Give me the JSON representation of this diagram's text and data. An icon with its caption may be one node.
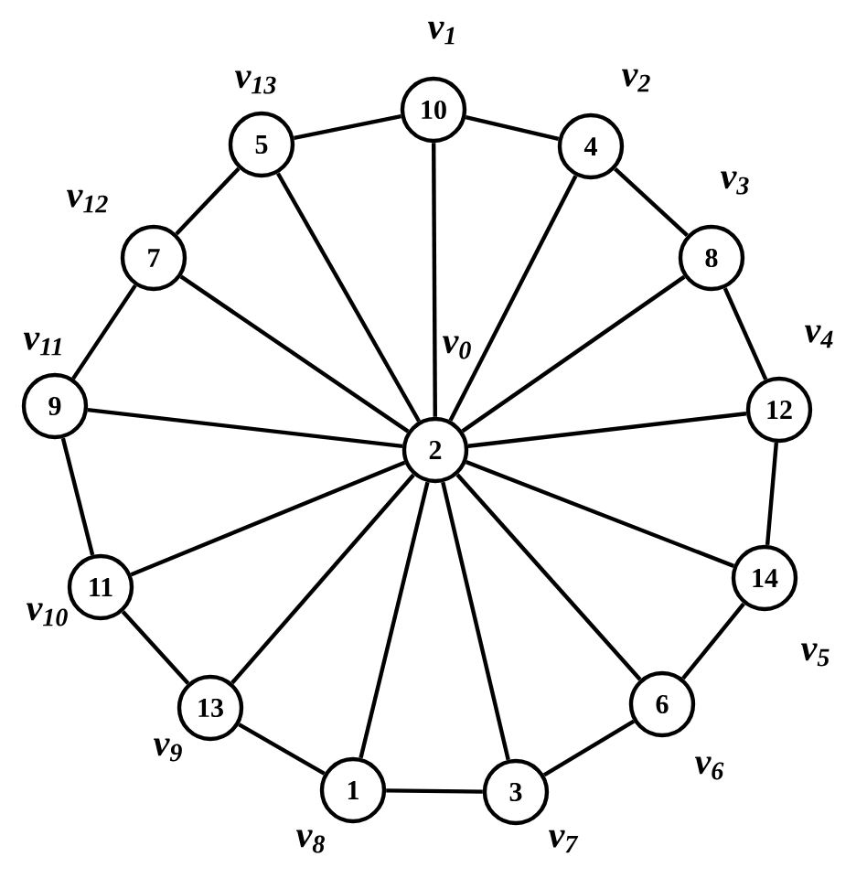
{
  "diagram": {
    "nodes": [
      {
        "text": [
          "2"
        ],
        "beside": [
          "v$_{0}$"
        ]
      },
      {
        "text": [
          "10"
        ],
        "beside": [
          "v$_{1}$"
        ]
      },
      {
        "text": [
          "4"
        ],
        "beside": [
          "v$_{2}$"
        ]
      },
      {
        "text": [
          "8"
        ],
        "beside": [
          "v$_{3}$"
        ]
      },
      {
        "text": [
          "12"
        ],
        "beside": [
          "v$_{4}$"
        ]
      },
      {
        "text": [
          "14"
        ],
        "beside": [
          "v$_{5}$"
        ]
      },
      {
        "text": [
          "6"
        ],
        "beside": [
          "v$_{6}$"
        ]
      },
      {
        "text": [
          "3"
        ],
        "beside": [
          "v$_{7}$"
        ]
      },
      {
        "text": [
          "1"
        ],
        "beside": [
          "v$_{8}$"
        ]
      },
      {
        "text": [
          "13"
        ],
        "beside": [
          "v$_{9}$"
        ]
      },
      {
        "text": [
          "11"
        ],
        "beside": [
          "v$_{10}$"
        ]
      },
      {
        "text": [
          "9"
        ],
        "beside": [
          "v$_{11}$"
        ]
      },
      {
        "text": [
          "7"
        ],
        "beside": [
          "v$_{12}$"
        ]
      },
      {
        "text": [
          "5"
        ],
        "beside": [
          "v$_{13}$"
        ]
      }
    ],
    "edges": [
      {
        "from": 0,
        "to": 1,
        "arrow": "none"
      },
      {
        "from": 0,
        "to": 2,
        "arrow": "none"
      },
      {
        "from": 0,
        "to": 3,
        "arrow": "none"
      },
      {
        "from": 0,
        "to": 4,
        "arrow": "none"
      },
      {
        "from": 0,
        "to": 5,
        "arrow": "none"
      },
      {
        "from": 0,
        "to": 6,
        "arrow": "none"
      },
      {
        "from": 0,
        "to": 7,
        "arrow": "none"
      },
      {
        "from": 0,
        "to": 8,
        "arrow": "none"
      },
      {
        "from": 0,
        "to": 9,
        "arrow": "none"
      },
      {
        "from": 0,
        "to": 10,
        "arrow": "none"
      },
      {
        "from": 0,
        "to": 11,
        "arrow": "none"
      },
      {
        "from": 0,
        "to": 12,
        "arrow": "none"
      },
      {
        "from": 0,
        "to": 13,
        "arrow": "none"
      },
      {
        "from": 1,
        "to": 2,
        "arrow": "none"
      },
      {
        "from": 2,
        "to": 3,
        "arrow": "none"
      },
      {
        "from": 3,
        "to": 4,
        "arrow": "none"
      },
      {
        "from": 4,
        "to": 5,
        "arrow": "none"
      },
      {
        "from": 5,
        "to": 6,
        "arrow": "none"
      },
      {
        "from": 6,
        "to": 7,
        "arrow": "none"
      },
      {
        "from": 7,
        "to": 8,
        "arrow": "none"
      },
      {
        "from": 8,
        "to": 9,
        "arrow": "none"
      },
      {
        "from": 9,
        "to": 10,
        "arrow": "none"
      },
      {
        "from": 10,
        "to": 11,
        "arrow": "none"
      },
      {
        "from": 11,
        "to": 12,
        "arrow": "none"
      },
      {
        "from": 12,
        "to": 13,
        "arrow": "none"
      },
      {
        "from": 13,
        "to": 1,
        "arrow": "none"
      }
    ]
  }
}
